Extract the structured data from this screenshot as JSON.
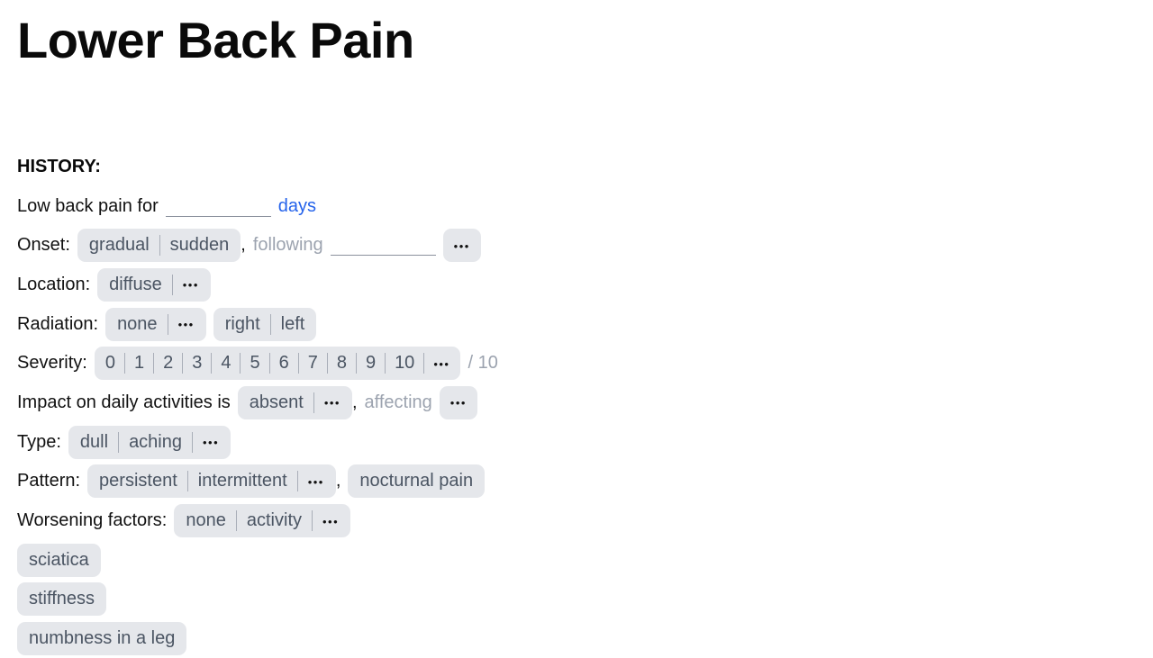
{
  "page": {
    "title": "Lower Back Pain"
  },
  "history": {
    "heading": "HISTORY:",
    "rows": [
      {
        "id": "duration",
        "segments": [
          {
            "type": "text",
            "text": "Low back pain for"
          },
          {
            "type": "blank"
          },
          {
            "type": "link",
            "text": "days",
            "name": "days-unit-link"
          }
        ]
      },
      {
        "id": "onset",
        "segments": [
          {
            "type": "text",
            "text": "Onset:"
          },
          {
            "type": "chip",
            "options": [
              "gradual",
              "sudden"
            ],
            "more": false
          },
          {
            "type": "comma",
            "text": ","
          },
          {
            "type": "muted",
            "text": "following"
          },
          {
            "type": "blank"
          },
          {
            "type": "more_chip"
          }
        ]
      },
      {
        "id": "location",
        "segments": [
          {
            "type": "text",
            "text": "Location:"
          },
          {
            "type": "chip",
            "options": [
              "diffuse"
            ],
            "more": true
          }
        ]
      },
      {
        "id": "radiation",
        "segments": [
          {
            "type": "text",
            "text": "Radiation:"
          },
          {
            "type": "chip",
            "options": [
              "none"
            ],
            "more": true
          },
          {
            "type": "chip",
            "options": [
              "right",
              "left"
            ],
            "more": false
          }
        ]
      },
      {
        "id": "severity",
        "segments": [
          {
            "type": "text",
            "text": "Severity:"
          },
          {
            "type": "chip",
            "options": [
              "0",
              "1",
              "2",
              "3",
              "4",
              "5",
              "6",
              "7",
              "8",
              "9",
              "10"
            ],
            "more": true
          },
          {
            "type": "muted",
            "text": "/ 10"
          }
        ]
      },
      {
        "id": "impact",
        "segments": [
          {
            "type": "text",
            "text": "Impact on daily activities is"
          },
          {
            "type": "chip",
            "options": [
              "absent"
            ],
            "more": true
          },
          {
            "type": "comma",
            "text": ","
          },
          {
            "type": "muted",
            "text": "affecting"
          },
          {
            "type": "more_chip"
          }
        ]
      },
      {
        "id": "type",
        "segments": [
          {
            "type": "text",
            "text": "Type:"
          },
          {
            "type": "chip",
            "options": [
              "dull",
              "aching"
            ],
            "more": true
          }
        ]
      },
      {
        "id": "pattern",
        "segments": [
          {
            "type": "text",
            "text": "Pattern:"
          },
          {
            "type": "chip",
            "options": [
              "persistent",
              "intermittent"
            ],
            "more": true
          },
          {
            "type": "comma",
            "text": ","
          },
          {
            "type": "chip",
            "options": [
              "nocturnal pain"
            ],
            "more": false
          }
        ]
      },
      {
        "id": "worsening",
        "segments": [
          {
            "type": "text",
            "text": "Worsening factors:"
          },
          {
            "type": "chip",
            "options": [
              "none",
              "activity"
            ],
            "more": true
          }
        ]
      },
      {
        "id": "sciatica",
        "segments": [
          {
            "type": "chip",
            "options": [
              "sciatica"
            ],
            "more": false
          }
        ]
      },
      {
        "id": "stiffness",
        "segments": [
          {
            "type": "chip",
            "options": [
              "stiffness"
            ],
            "more": false
          }
        ]
      },
      {
        "id": "numbness",
        "segments": [
          {
            "type": "chip",
            "options": [
              "numbness in a leg"
            ],
            "more": false
          }
        ]
      }
    ]
  },
  "icons": {
    "ellipsis": "•••"
  },
  "colors": {
    "chip_background": "#e5e7eb",
    "chip_text": "#4b5563",
    "chip_divider": "#a9aeb8",
    "muted_text": "#9ca3af",
    "link_blue": "#2563eb",
    "body_text": "#111111",
    "blank_underline": "#8b919d"
  }
}
